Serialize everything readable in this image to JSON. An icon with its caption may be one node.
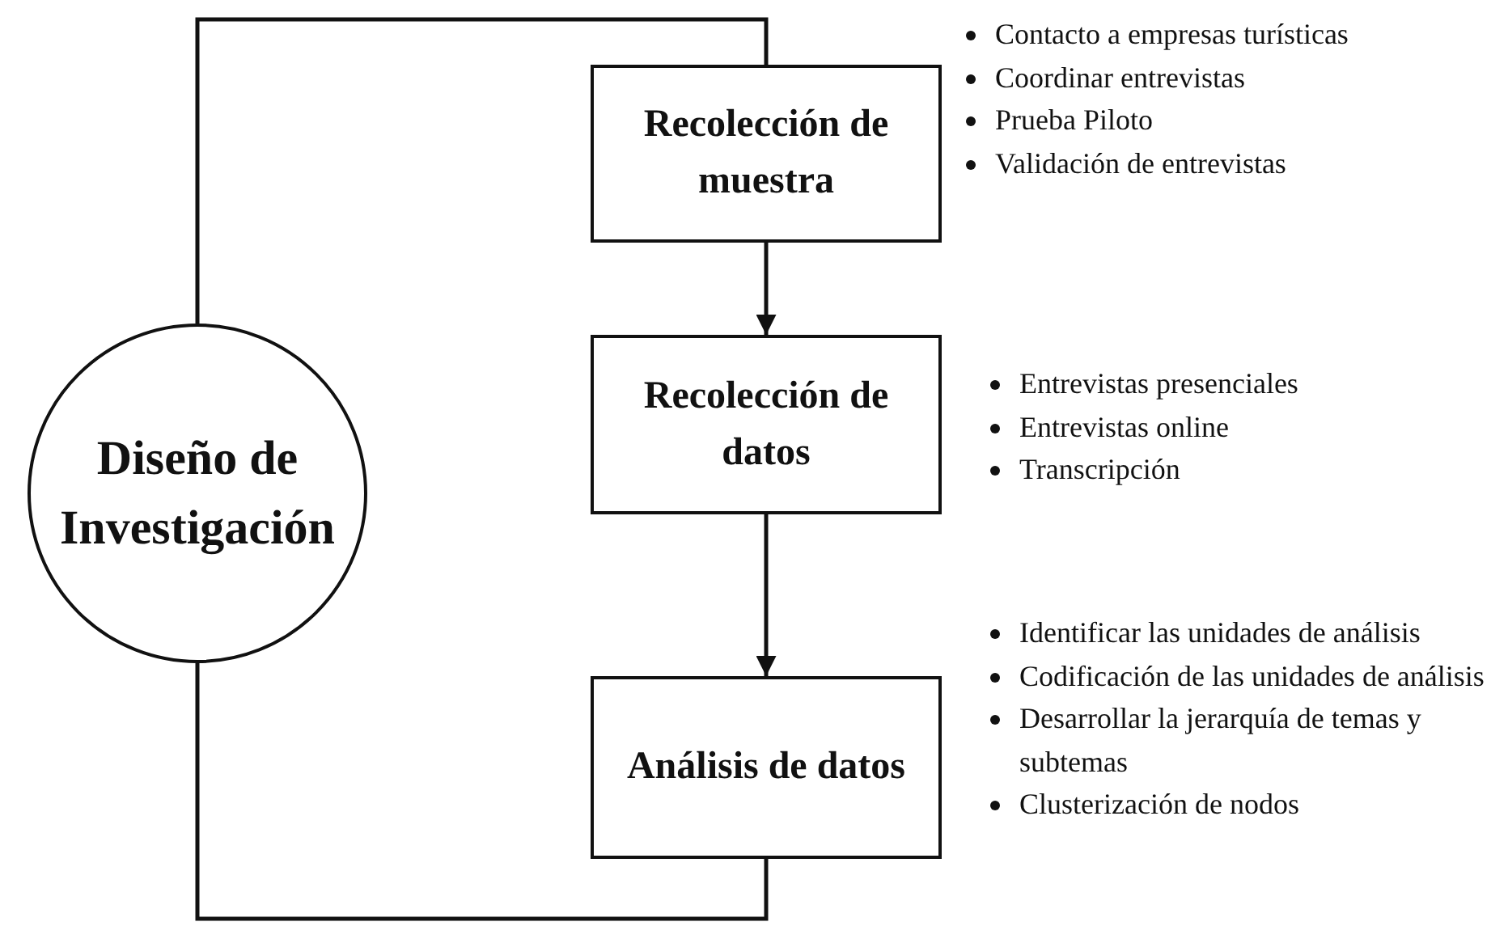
{
  "diagram": {
    "nodes": [
      {
        "text": [
          "Diseño de Investigación"
        ]
      },
      {
        "text": [
          "Recolección de muestra"
        ],
        "beside": [
          "Contacto a empresas turísticas",
          "Coordinar entrevistas",
          "Prueba Piloto",
          "Validación de entrevistas"
        ]
      },
      {
        "text": [
          "Recolección de datos"
        ],
        "beside": [
          "Entrevistas presenciales",
          "Entrevistas online",
          "Transcripción"
        ]
      },
      {
        "text": [
          "Análisis de datos"
        ],
        "beside": [
          "Identificar las unidades de análisis",
          "Codificación de las unidades de análisis",
          "Desarrollar la jerarquía de temas y subtemas",
          "Clusterización de nodos"
        ]
      }
    ],
    "edges": [
      {
        "from": 0,
        "to": 1,
        "arrow": "none"
      },
      {
        "from": 1,
        "to": 2,
        "arrow": "to"
      },
      {
        "from": 2,
        "to": 3,
        "arrow": "to"
      },
      {
        "from": 3,
        "to": 0,
        "arrow": "none"
      }
    ]
  }
}
